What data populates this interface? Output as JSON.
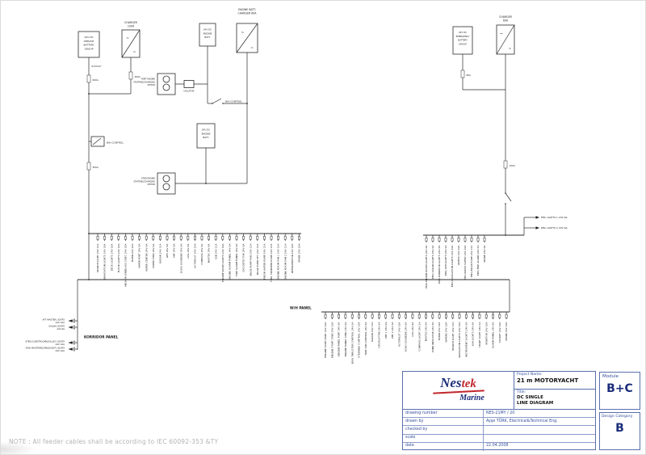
{
  "note": "NOTE : All feeder cables shall be according to IEC 60092-353 &TY",
  "colors": {
    "accent_blue": "#35509e",
    "logo_navy": "#1b2d7a",
    "logo_red": "#c1272d",
    "line": "#2b2b2b"
  },
  "schematic": {
    "service_battery": [
      "24V DC",
      "SERVICE",
      "BATTERY",
      "GROUP"
    ],
    "charger_main": [
      "CHARGER",
      "100A"
    ],
    "engine_batt_charger": [
      "ENGINE BATT.",
      "CHARGER 60A"
    ],
    "charger_emergency": [
      "CHARGER",
      "60A"
    ],
    "engine_battery_port": [
      "24V DC",
      "ENGINE",
      "BATT."
    ],
    "engine_battery_stbd": [
      "24V DC",
      "ENGINE",
      "BATT."
    ],
    "emergency_battery": [
      "24V DC",
      "EMERGENCY",
      "BATTERY",
      "GROUP"
    ],
    "port_starter": [
      "PORT ENGINE",
      "STARTING/CHARGING",
      "MOTOR"
    ],
    "stbd_starter": [
      "STBD ENGINE",
      "STARTING/CHARGING",
      "MOTOR"
    ],
    "isolator": "ISOLATOR",
    "bh_control_a": "B/H CONTROL",
    "bh_control_b": "B/H CONTROL",
    "cable_main": "6x70mm²",
    "fuse_600": "600A",
    "fuse_400": "400A",
    "fuse_300": "300A",
    "fuse_100": "100A",
    "fuse_80": "80A",
    "sym_ac": "~",
    "sym_dc": "=",
    "wh_panel_label": "W/H PANEL",
    "korridor_panel_label": "KORRIDOR PANEL"
  },
  "feeders": {
    "main": [
      "SEARCH LIGHT 24V 15A",
      "NAVIGATION LIGHTS 24V 10A",
      "DECK LIGHTS 24V 10A",
      "FLOOD LIGHTS 24V 10A",
      "ANCHOR WINDLASS CONT. 24V 10A",
      "HORN 24V 10A",
      "WIPER PORT 24V 6A",
      "WIPER CENTER 24V 6A",
      "WIPER STBD 24V 6A",
      "RADAR 24V 15A",
      "GPS 24V 6A",
      "VHF 24V 6A",
      "ECHO SOUNDER 24V 6A",
      "LOG 24V 6A",
      "AUTOPILOT 24V 10A",
      "COMPASS 24V 2A",
      "NAVTEX 24V 6A",
      "SSB 24V 15A",
      "ENGINE ROOM LIGHTS 24V 10A",
      "ENGINE ALARM PANEL 24V 6A",
      "FIRE ALARM PANEL 24V 6A",
      "GAS DETECTOR 24V 6A",
      "BILGE PUMP FWD 24V 15A",
      "BILGE PUMP AFT 24V 15A",
      "FRESH WATER PUMP 24V 15A",
      "FUEL TRANSFER PUMP 24V 15A",
      "ENGINE ROOM FAN 1 24V 15A",
      "ENGINE ROOM FAN 2 24V 15A",
      "REFRIGERATOR 24V 10A",
      "SPARE 24V 10A"
    ],
    "wh": [
      "ENGINE START PORT 24V 10A",
      "ENGINE START STBD 24V 10A",
      "ENGINE PANEL PORT 24V 6A",
      "ENGINE PANEL STBD 24V 6A",
      "BOW THRUSTER CONTROL 24V 6A",
      "STEERING CONTROL 24V 10A",
      "TRIM TAB CONTROL 24V 6A",
      "RADAR 24V 15A",
      "GPS PLOTTER 24V 6A",
      "VHF 1 24V 6A",
      "VHF 2 24V 6A",
      "AUTOPILOT 24V 10A",
      "ECHO SOUNDER 24V 6A",
      "LOG 24V 6A",
      "COMPASS LIGHT 24V 2A",
      "NAVTEX 24V 6A",
      "WIND INDICATOR 24V 6A",
      "HORN 24V 10A",
      "WIPERS 24V 10A",
      "SEARCH LIGHT 24V 15A",
      "NAVIGATION LIGHTS 24V 10A",
      "INSTRUMENT LIGHTS 24V 6A",
      "W/H LIGHTS 24V 6A",
      "CHART LIGHT 24V 2A",
      "MONITOR 24V 10A",
      "ALARM PANEL 24V 6A",
      "SOCKET 24V 10A",
      "SPARE 24V 10A"
    ],
    "emergency": [
      "EMG ENGINE ROOM LIGHTS 24V 6A",
      "EMG SALON LIGHTS 24V 6A",
      "EMG KORRIDOR LIGHTS 24V 6A",
      "EMG W/H LIGHTS 24V 6A",
      "EMG NAVIGATION LIGHTS 24V 10A",
      "GMDSS 24V 10A",
      "EMG RADIO SUPPLY 24V 10A",
      "EMG BILGE PUMP 24V 15A",
      "EMG FIRE ALARM 24V 6A",
      "SPARE 24V 6A"
    ],
    "emergency_arrows": [
      "EML LIGHTS 1  24V 6A",
      "EML LIGHTS 2  24V 6A"
    ],
    "korridor": [
      {
        "name": "AFT MASTER LIGHTS",
        "rating": "24V 10A"
      },
      {
        "name": "SALON LIGHTS",
        "rating": "24V 6A"
      },
      {
        "name": "STBD GUESTROOM&GALLEY LIGHTS",
        "rating": "24V 10A"
      },
      {
        "name": "FWD MASTERROOM&GUEST LIGHTS",
        "rating": "24V 10A"
      }
    ]
  },
  "title_block": {
    "logo": {
      "part1": "Nes",
      "part2": "tek",
      "sub": "Marine"
    },
    "project_label": "Project Name:",
    "project_name": "21 m MOTORYACHT",
    "title_label": "Title:",
    "title_line1": "DC SINGLE",
    "title_line2": "LINE DIAGRAM",
    "rows": [
      {
        "label": "drawing number",
        "value": "NES-21MY / 20"
      },
      {
        "label": "drawn by",
        "value": "Ayşe TÜRK, Electrical&Technical Eng."
      },
      {
        "label": "checked by",
        "value": ""
      },
      {
        "label": "scale",
        "value": ""
      },
      {
        "label": "date",
        "value": "22.04.2008"
      }
    ]
  },
  "module_box": {
    "label": "Module",
    "value": "B+C"
  },
  "design_box": {
    "label": "Design Category",
    "value": "B"
  }
}
